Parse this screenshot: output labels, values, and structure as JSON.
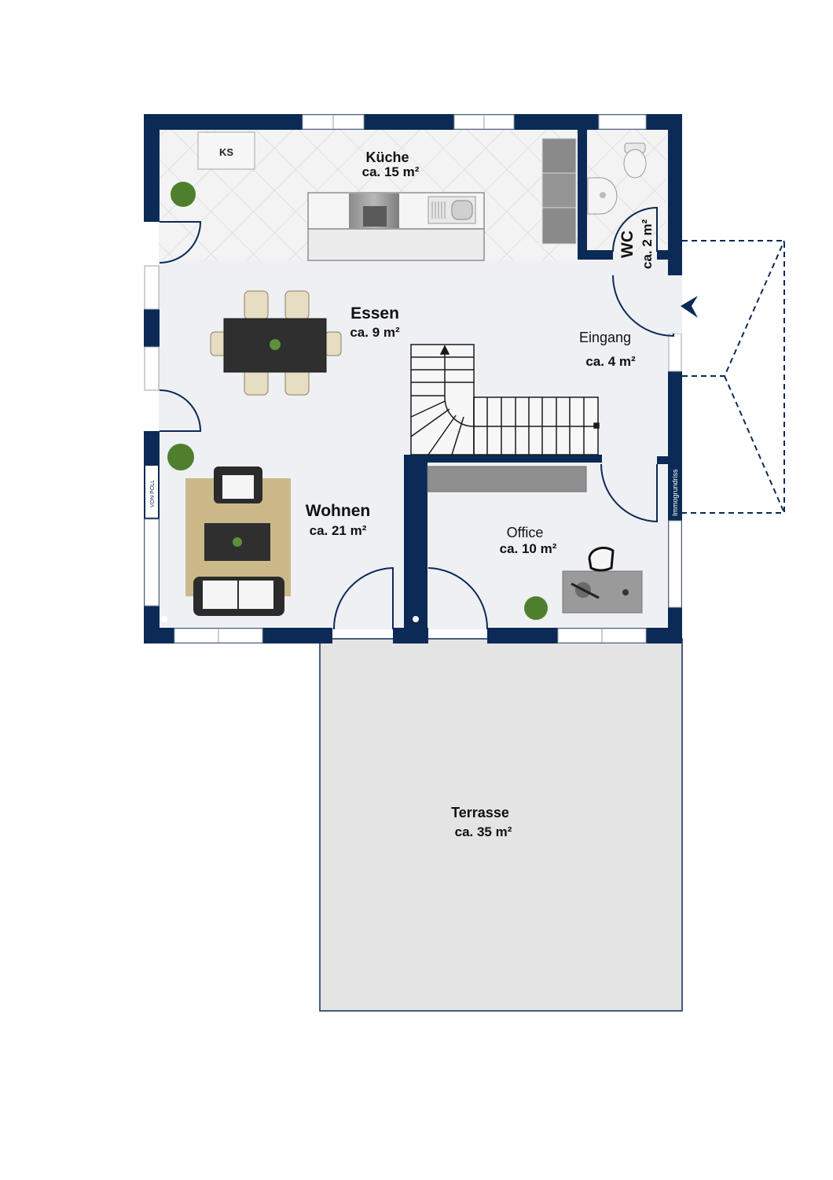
{
  "colors": {
    "wall": "#0b2a55",
    "floor": "#eff0f4",
    "kitchen_floor": "#f1f1f1",
    "terrace": "#e4e4e4",
    "rug": "#ccb98a",
    "furniture_dark": "#2f2f2f",
    "chair": "#e6ddc2"
  },
  "rooms": {
    "kueche": {
      "name": "Küche",
      "area": "ca. 15 m²"
    },
    "wc": {
      "name": "WC",
      "area": "ca. 2 m²"
    },
    "essen": {
      "name": "Essen",
      "area": "ca. 9 m²"
    },
    "eingang": {
      "name": "Eingang",
      "area": "ca. 4 m²"
    },
    "wohnen": {
      "name": "Wohnen",
      "area": "ca. 21 m²"
    },
    "office": {
      "name": "Office",
      "area": "ca. 10 m²"
    },
    "terrasse": {
      "name": "Terrasse",
      "area": "ca. 35 m²"
    }
  },
  "fixtures": {
    "fridge_label": "KS"
  },
  "branding": {
    "logo_text": "VON POLL",
    "watermark": "Immogrundriss"
  }
}
